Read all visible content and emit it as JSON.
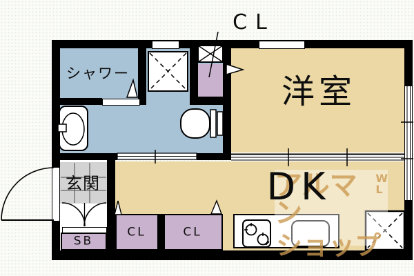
{
  "plan": {
    "type": "apartment-floor-plan",
    "labels": {
      "shower": "シャワー",
      "closet_top": "CL",
      "western_room": "洋室",
      "dining_kitchen": "DK",
      "entrance": "玄関",
      "shoe_box": "SB",
      "closet_1": "CL",
      "closet_2": "CL"
    },
    "colors": {
      "wall": "#000000",
      "wet_area": "#A9C3D6",
      "room_floor": "#EBD8A4",
      "closet": "#C9B2CE",
      "entrance_tile": "#D3D3D3",
      "background": "#FBFCF8"
    }
  },
  "watermark": {
    "line1": "アルマン",
    "line2": "ショップ",
    "mark_top": "W",
    "mark_bottom": "L",
    "color": "#CB9850"
  }
}
